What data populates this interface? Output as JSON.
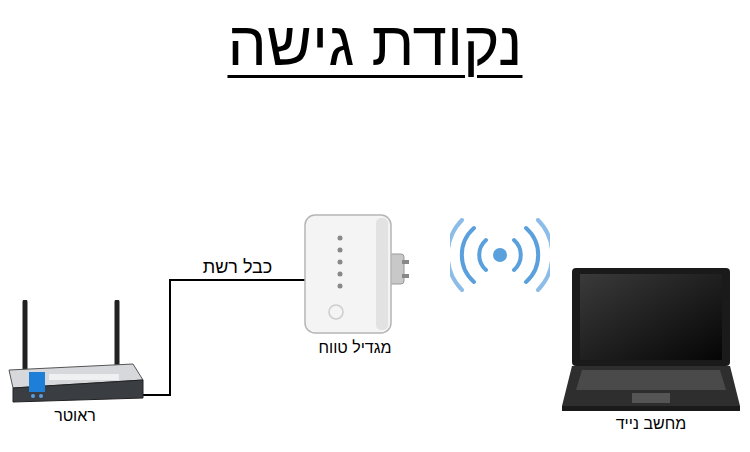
{
  "diagram": {
    "title": "נקודת גישה",
    "nodes": [
      {
        "text": [
          "ראוטר"
        ]
      },
      {
        "text": [
          "מגדיל טווח"
        ]
      },
      {
        "text": [
          "מחשב נייד"
        ]
      }
    ],
    "edges": [
      {
        "from": 0,
        "to": 1,
        "label": "כבל רשת",
        "arrow": "none"
      }
    ]
  }
}
